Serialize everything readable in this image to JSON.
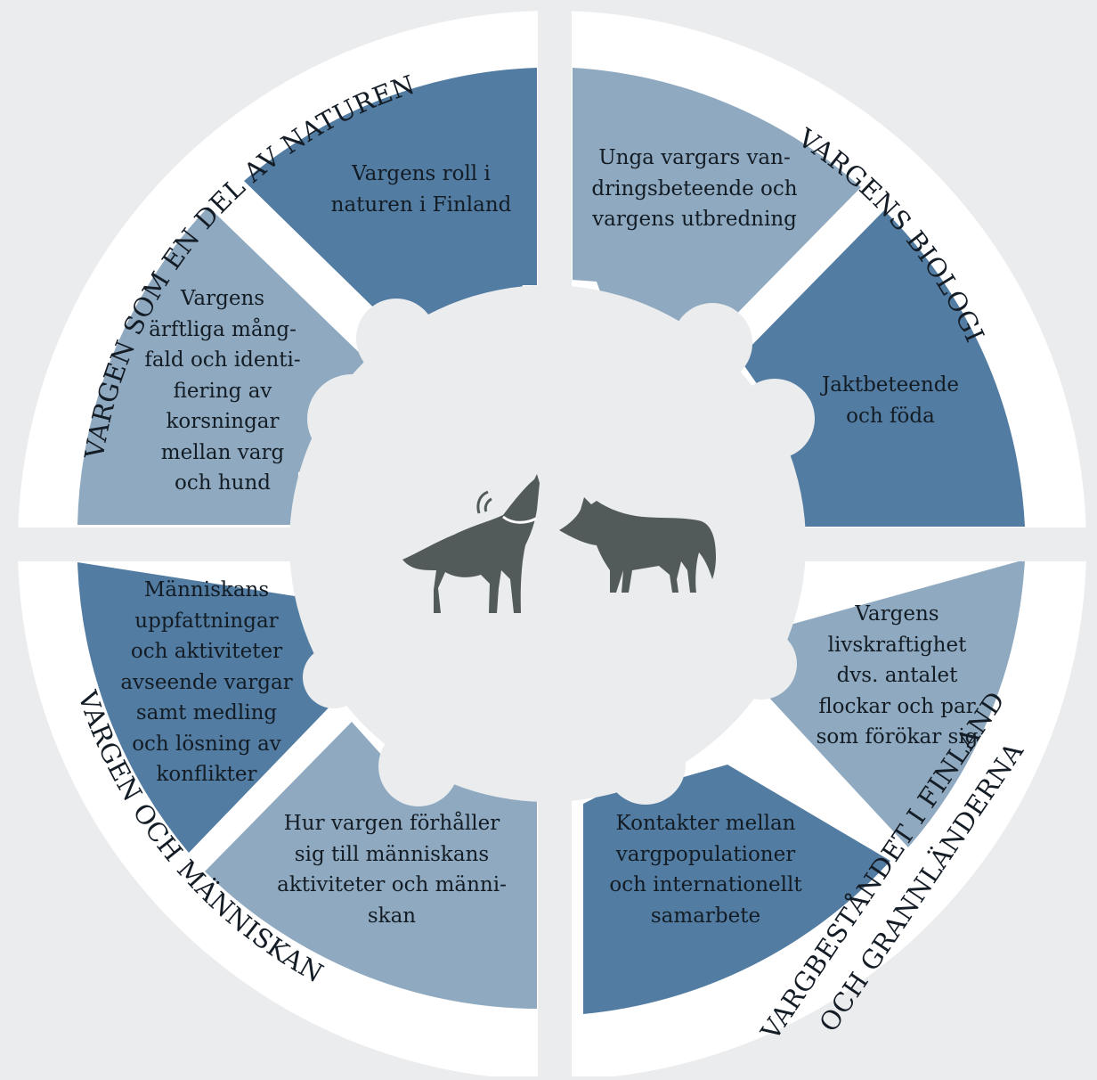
{
  "colors": {
    "background": "#ebecee",
    "ring": "#ffffff",
    "segment_dark": "#527ca2",
    "segment_light": "#8faac0",
    "center": "#ebecee",
    "wolf": "#525a5a",
    "text": "#131c24"
  },
  "ring_labels": {
    "top_left": "VARGEN SOM EN DEL AV NATUREN",
    "top_right": "VARGENS BIOLOGI",
    "bottom_right_1": "VARGBESTÅNDET I FINLAND",
    "bottom_right_2": "OCH GRANNLÄNDERNA",
    "bottom_left": "VARGEN OCH MÄNNISKAN"
  },
  "segments": [
    {
      "id": "roll",
      "lines": [
        "Vargens roll i",
        "naturen i Finland"
      ]
    },
    {
      "id": "unga",
      "lines": [
        "Unga vargars van-",
        "dringsbeteende och",
        "vargens utbredning"
      ]
    },
    {
      "id": "jakt",
      "lines": [
        "Jaktbeteende",
        "och föda"
      ]
    },
    {
      "id": "livskraft",
      "lines": [
        "Vargens",
        "livskraftighet",
        "dvs. antalet",
        "flockar och par",
        "som förökar sig"
      ]
    },
    {
      "id": "kontakter",
      "lines": [
        "Kontakter mellan",
        "vargpopulationer",
        "och internationellt",
        "samarbete"
      ]
    },
    {
      "id": "forhaller",
      "lines": [
        "Hur vargen förhåller",
        "sig till människans",
        "aktiviteter och männi-",
        "skan"
      ]
    },
    {
      "id": "manniskans",
      "lines": [
        "Människans",
        "uppfattningar",
        "och aktiviteter",
        "avseende vargar",
        "samt medling",
        "och lösning av",
        "konflikter"
      ]
    },
    {
      "id": "arftliga",
      "lines": [
        "Vargens",
        "ärftliga mång-",
        "fald och identi-",
        "fiering av",
        "korsningar",
        "mellan varg",
        "och hund"
      ]
    }
  ],
  "icons": {
    "left": "howling-wolf-with-collar-icon",
    "right": "standing-wolf-icon"
  }
}
